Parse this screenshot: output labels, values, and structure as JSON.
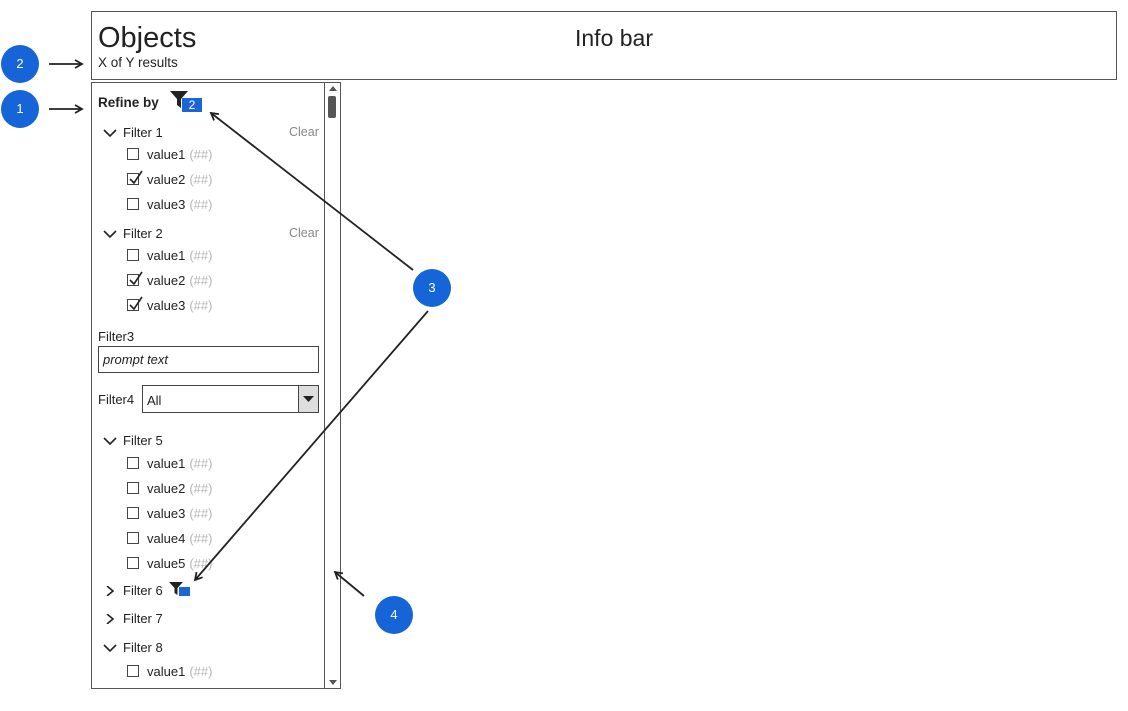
{
  "header": {
    "title": "Objects",
    "results": "X of Y results",
    "info_bar": "Info bar"
  },
  "sidebar": {
    "refine_by": "Refine by",
    "refine_badge": "2",
    "clear_label": "Clear",
    "filter1": {
      "label": "Filter 1",
      "options": [
        {
          "label": "value1",
          "count": "(##)",
          "checked": false
        },
        {
          "label": "value2",
          "count": "(##)",
          "checked": true
        },
        {
          "label": "value3",
          "count": "(##)",
          "checked": false
        }
      ]
    },
    "filter2": {
      "label": "Filter 2",
      "options": [
        {
          "label": "value1",
          "count": "(##)",
          "checked": false
        },
        {
          "label": "value2",
          "count": "(##)",
          "checked": true
        },
        {
          "label": "value3",
          "count": "(##)",
          "checked": true
        }
      ]
    },
    "filter3": {
      "label": "Filter3",
      "placeholder": "prompt text"
    },
    "filter4": {
      "label": "Filter4",
      "selected": "All"
    },
    "filter5": {
      "label": "Filter 5",
      "options": [
        {
          "label": "value1",
          "count": "(##)",
          "checked": false
        },
        {
          "label": "value2",
          "count": "(##)",
          "checked": false
        },
        {
          "label": "value3",
          "count": "(##)",
          "checked": false
        },
        {
          "label": "value4",
          "count": "(##)",
          "checked": false
        },
        {
          "label": "value5",
          "count": "(##)",
          "checked": false
        }
      ]
    },
    "filter6": {
      "label": "Filter 6"
    },
    "filter7": {
      "label": "Filter 7"
    },
    "filter8": {
      "label": "Filter 8",
      "options": [
        {
          "label": "value1",
          "count": "(##)",
          "checked": false
        }
      ]
    }
  },
  "callouts": {
    "c1": "1",
    "c2": "2",
    "c3": "3",
    "c4": "4"
  },
  "colors": {
    "accent": "#1a66d6",
    "callout": "#1565d8",
    "muted": "#b5b5b5"
  }
}
